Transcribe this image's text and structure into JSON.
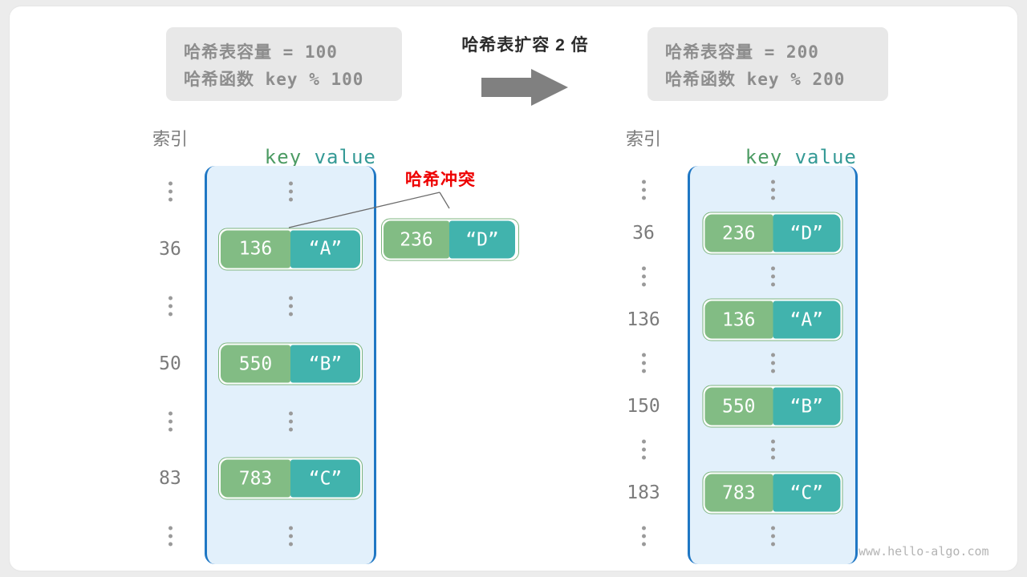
{
  "diagram": {
    "title_middle": "哈希表扩容 2 倍",
    "arrow_icon": "right-arrow-icon",
    "watermark": "www.hello-algo.com",
    "collision_label": "哈希冲突",
    "colors": {
      "key_green": "#82bc84",
      "value_teal": "#41b3ad",
      "array_fill": "#e2f0fb",
      "array_border": "#1f77c4",
      "caption_bg": "#e8e8e8",
      "caption_text": "#8d8d8d",
      "collision_red": "#ee0000",
      "index_text": "#7b7b7b",
      "arrow_gray": "#808080"
    }
  },
  "left": {
    "caption": {
      "line1": "哈希表容量 = 100",
      "line2": "哈希函数 key % 100"
    },
    "header": {
      "index": "索引",
      "key": "key",
      "value": "value"
    },
    "rows": [
      {
        "type": "dots",
        "index": "⋮"
      },
      {
        "type": "entry",
        "index": "36",
        "key": "136",
        "value": "“A”"
      },
      {
        "type": "dots",
        "index": "⋮"
      },
      {
        "type": "entry",
        "index": "50",
        "key": "550",
        "value": "“B”"
      },
      {
        "type": "dots",
        "index": "⋮"
      },
      {
        "type": "entry",
        "index": "83",
        "key": "783",
        "value": "“C”"
      },
      {
        "type": "dots",
        "index": "⋮"
      }
    ],
    "floating_entry": {
      "key": "236",
      "value": "“D”"
    }
  },
  "right": {
    "caption": {
      "line1": "哈希表容量 = 200",
      "line2": "哈希函数 key % 200"
    },
    "header": {
      "index": "索引",
      "key": "key",
      "value": "value"
    },
    "rows": [
      {
        "type": "dots",
        "index": "⋮"
      },
      {
        "type": "entry",
        "index": "36",
        "key": "236",
        "value": "“D”"
      },
      {
        "type": "dots",
        "index": "⋮"
      },
      {
        "type": "entry",
        "index": "136",
        "key": "136",
        "value": "“A”"
      },
      {
        "type": "dots",
        "index": "⋮"
      },
      {
        "type": "entry",
        "index": "150",
        "key": "550",
        "value": "“B”"
      },
      {
        "type": "dots",
        "index": "⋮"
      },
      {
        "type": "entry",
        "index": "183",
        "key": "783",
        "value": "“C”"
      },
      {
        "type": "dots",
        "index": "⋮"
      }
    ]
  }
}
